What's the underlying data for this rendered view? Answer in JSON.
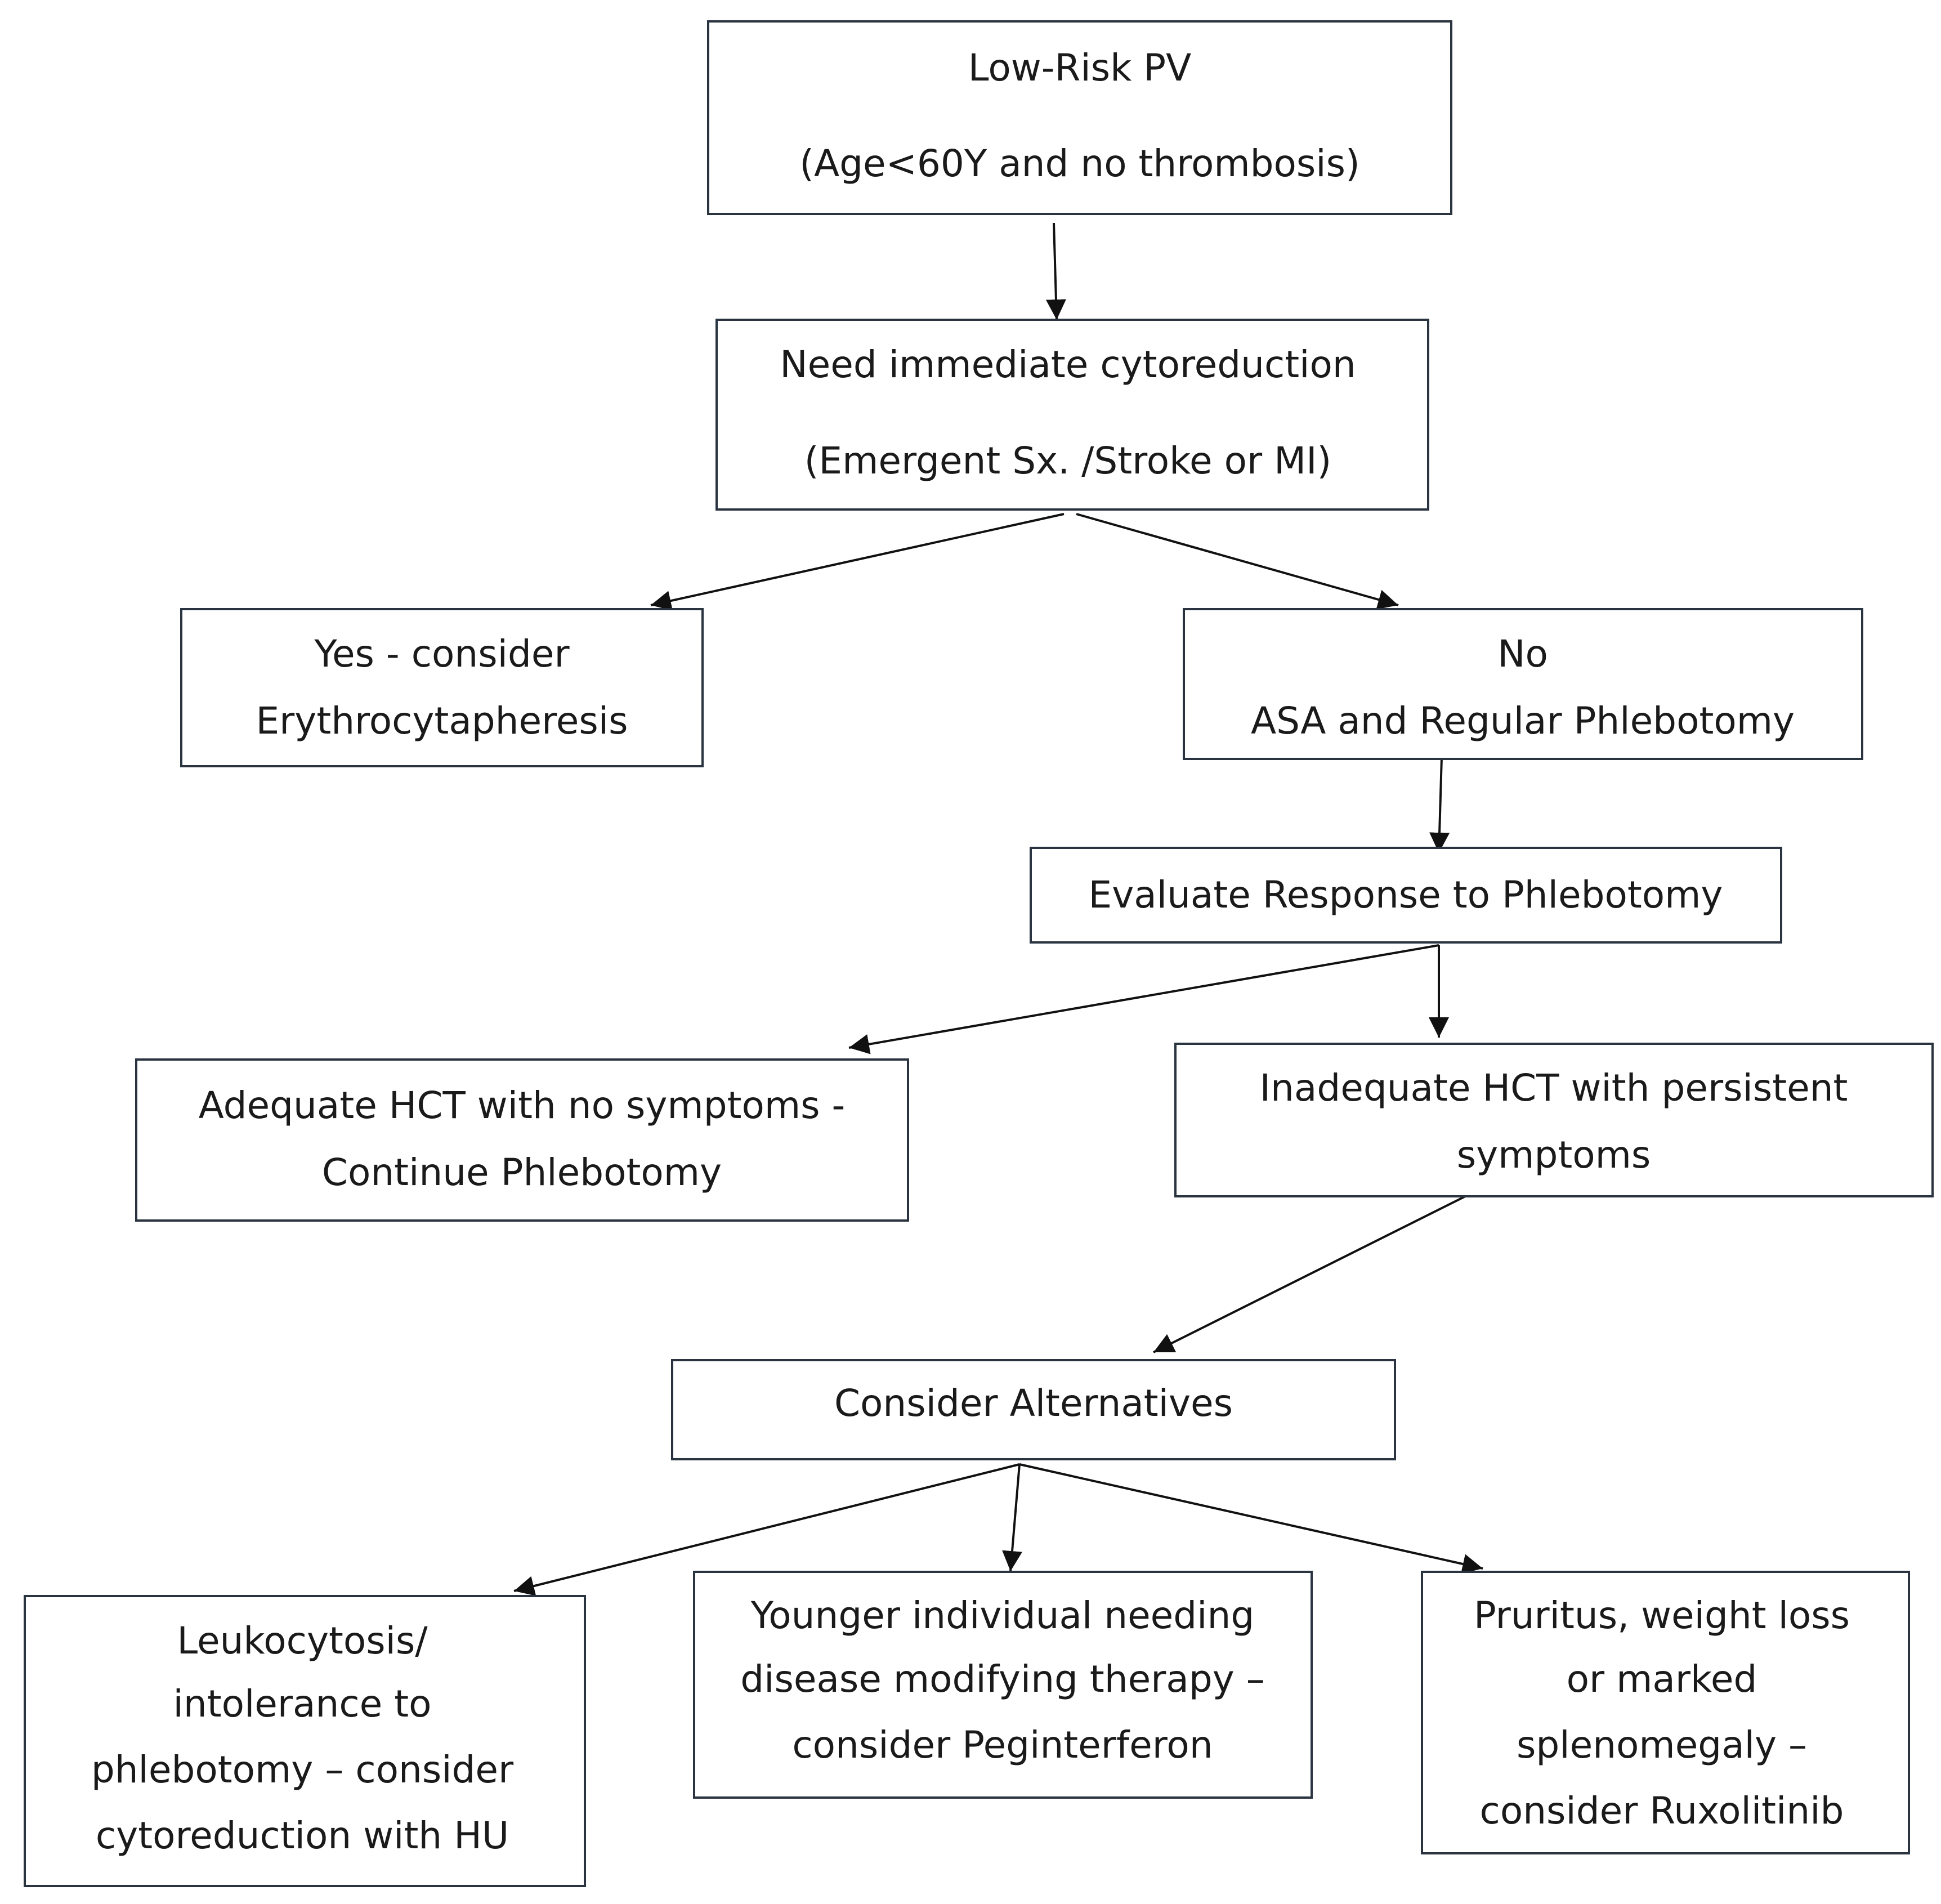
{
  "nodes": {
    "low_risk": {
      "line1": "Low-Risk PV",
      "line2": "(Age<60Y and no thrombosis)"
    },
    "immediate": {
      "line1": "Need immediate cytoreduction",
      "line2": "(Emergent Sx. /Stroke or MI)"
    },
    "yes_branch": {
      "line1": "Yes -  consider",
      "line2": "Erythrocytapheresis"
    },
    "no_branch": {
      "line1": "No",
      "line2": "ASA and Regular Phlebotomy"
    },
    "evaluate": {
      "line1": "Evaluate Response  to Phlebotomy"
    },
    "adequate": {
      "line1": "Adequate HCT  with no symptoms -",
      "line2": "Continue Phlebotomy"
    },
    "inadequate": {
      "line1": "Inadequate HCT  with persistent",
      "line2": "symptoms"
    },
    "alternatives": {
      "line1": "Consider Alternatives"
    },
    "leukocytosis": {
      "line1": "Leukocytosis/",
      "line2": "intolerance to",
      "line3": "phlebotomy – consider",
      "line4": "cytoreduction with HU"
    },
    "younger": {
      "line1": "Younger  individual needing",
      "line2": "disease modifying therapy –",
      "line3": "consider Peginterferon"
    },
    "pruritus": {
      "line1": "Pruritus, weight loss",
      "line2": "or marked",
      "line3": "splenomegaly –",
      "line4": "consider Ruxolitinib"
    }
  }
}
